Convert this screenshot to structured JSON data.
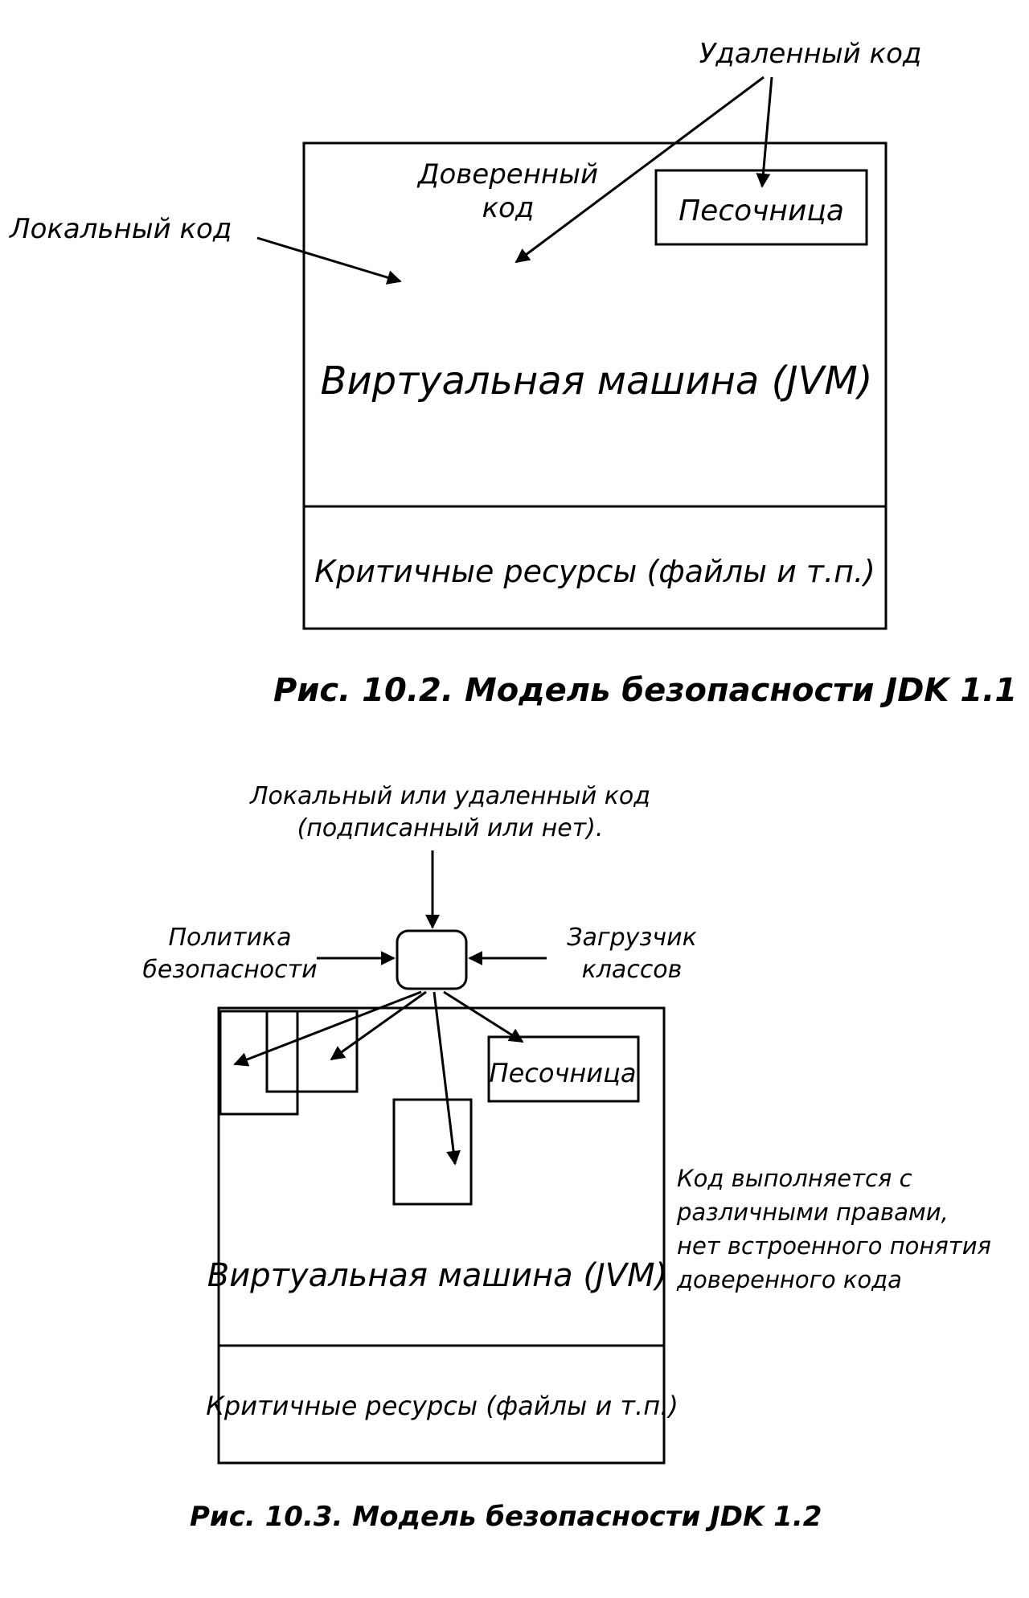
{
  "figure1": {
    "remote_code_label": "Удаленный код",
    "trusted_code_line1": "Доверенный",
    "trusted_code_line2": "код",
    "local_code_label": "Локальный код",
    "sandbox_label": "Песочница",
    "jvm_label": "Виртуальная машина (JVM)",
    "critical_resources_label": "Критичные ресурсы (файлы и т.п.)",
    "caption": "Рис. 10.2. Модель безопасности JDK 1.1"
  },
  "figure2": {
    "source_line1": "Локальный или удаленный код",
    "source_line2": "(подписанный или нет).",
    "policy_line1": "Политика",
    "policy_line2": "безопасности",
    "loader_line1": "Загрузчик",
    "loader_line2": "классов",
    "sandbox_label": "Песочница",
    "jvm_label": "Виртуальная машина (JVM)",
    "critical_resources_label": "Критичные ресурсы (файлы и т.п.)",
    "note_line1": "Код выполняется с",
    "note_line2": "различными правами,",
    "note_line3": "нет встроенного понятия",
    "note_line4": "доверенного кода",
    "caption": "Рис. 10.3. Модель безопасности JDK 1.2"
  }
}
